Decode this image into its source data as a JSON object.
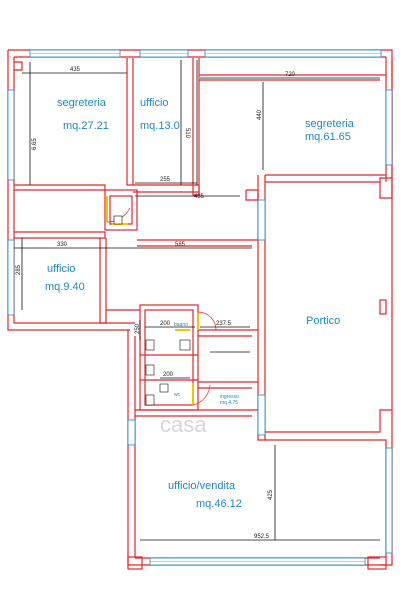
{
  "rooms": [
    {
      "id": "segreteria-1",
      "name": "segreteria",
      "area": "mq.27.21"
    },
    {
      "id": "ufficio-1",
      "name": "ufficio",
      "area": "mq.13.0"
    },
    {
      "id": "segreteria-2",
      "name": "segreteria",
      "area": "mq.61.65"
    },
    {
      "id": "ufficio-2",
      "name": "ufficio",
      "area": "mq.9.40"
    },
    {
      "id": "portico",
      "name": "Portico",
      "area": ""
    },
    {
      "id": "ingresso",
      "name": "ingresso",
      "area": "mq.4.75"
    },
    {
      "id": "ufficio-vendita",
      "name": "ufficio/vendita",
      "area": "mq.46.12"
    }
  ],
  "labels": {
    "bagno": "bagno",
    "wc": "wc",
    "watermark": "casa"
  },
  "dimensions": {
    "d435": "435",
    "d720": "720",
    "d510": "510",
    "d440": "440",
    "d665": "6.65",
    "d255": "255",
    "d435b": "435",
    "d330": "330",
    "d585": "585",
    "d285": "285",
    "d200a": "200",
    "d2375": "237.5",
    "d250": "250",
    "d200b": "200",
    "d425": "425",
    "d9525": "952.5"
  }
}
